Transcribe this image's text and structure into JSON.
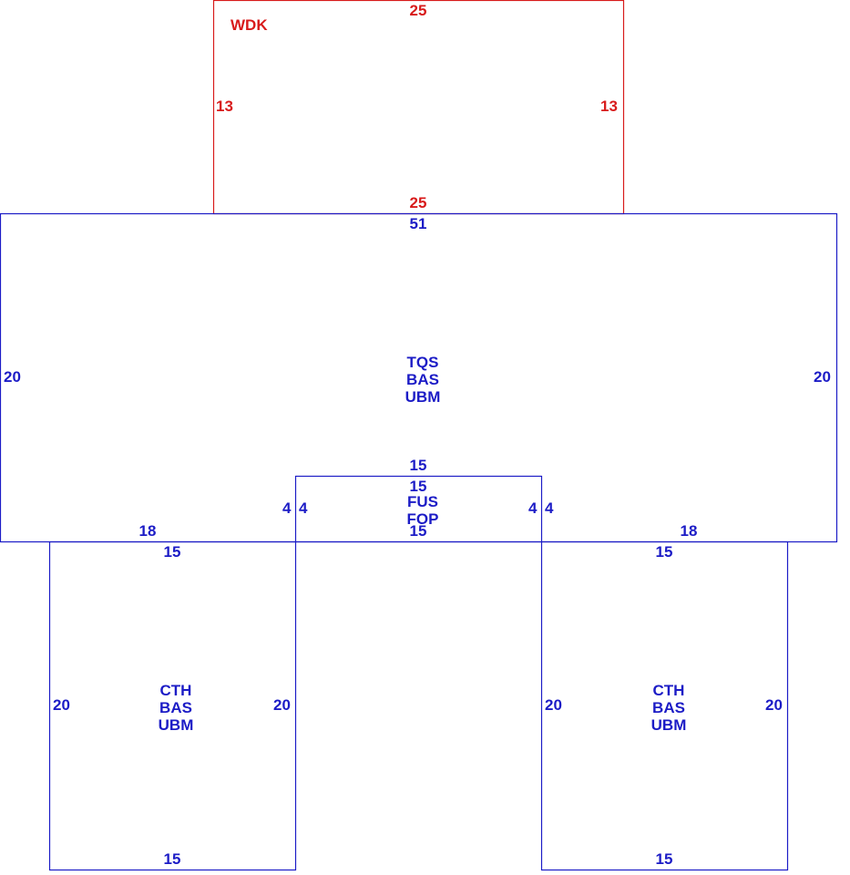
{
  "colors": {
    "primary_outline": "#1c1cc6",
    "secondary_outline": "#d81b1b"
  },
  "areas": {
    "wdk": {
      "code": "WDK",
      "top": "25",
      "bottom": "25",
      "left": "13",
      "right": "13"
    },
    "main": {
      "codes": [
        "TQS",
        "BAS",
        "UBM"
      ],
      "top": "51",
      "left": "20",
      "right": "20",
      "bottom_left": "18",
      "bottom_right": "18"
    },
    "fus": {
      "codes": [
        "FUS",
        "FOP"
      ],
      "top_outer": "15",
      "top_inner": "15",
      "bottom": "15",
      "left_outer": "4",
      "left_inner": "4",
      "right_inner": "4",
      "right_outer": "4"
    },
    "cth_left": {
      "codes": [
        "CTH",
        "BAS",
        "UBM"
      ],
      "top": "15",
      "bottom": "15",
      "left": "20",
      "right": "20"
    },
    "cth_right": {
      "codes": [
        "CTH",
        "BAS",
        "UBM"
      ],
      "top": "15",
      "bottom": "15",
      "left": "20",
      "right": "20"
    }
  }
}
